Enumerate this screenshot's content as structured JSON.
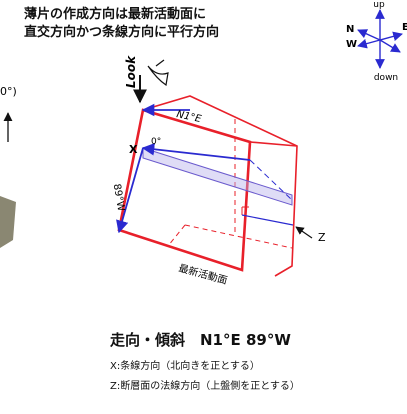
{
  "title": {
    "line1": "薄片の作成方向は最新活動面に",
    "line2": "直交方向かつ条線方向に平行方向"
  },
  "compass": {
    "up": "up",
    "down": "down",
    "n": "N",
    "w": "W",
    "e": "E"
  },
  "view_label": "Look",
  "left_panel": {
    "angle_fragment": "0°)"
  },
  "block_labels": {
    "strike": "N1°E",
    "rake": "0°",
    "x_axis": "X",
    "dip": "89°W",
    "z_axis": "Z",
    "fault_plane": "最新活動面"
  },
  "caption": {
    "strike_dip": "走向・傾斜　N1°E 89°W",
    "x_definition": "X:条線方向（北向きを正とする）",
    "z_definition": "Z:断層面の法線方向（上盤側を正とする）"
  },
  "colors": {
    "plane": "#e8202a",
    "axis": "#2a2ad0",
    "band": "#6a5acd",
    "rock": "#8a8772"
  }
}
